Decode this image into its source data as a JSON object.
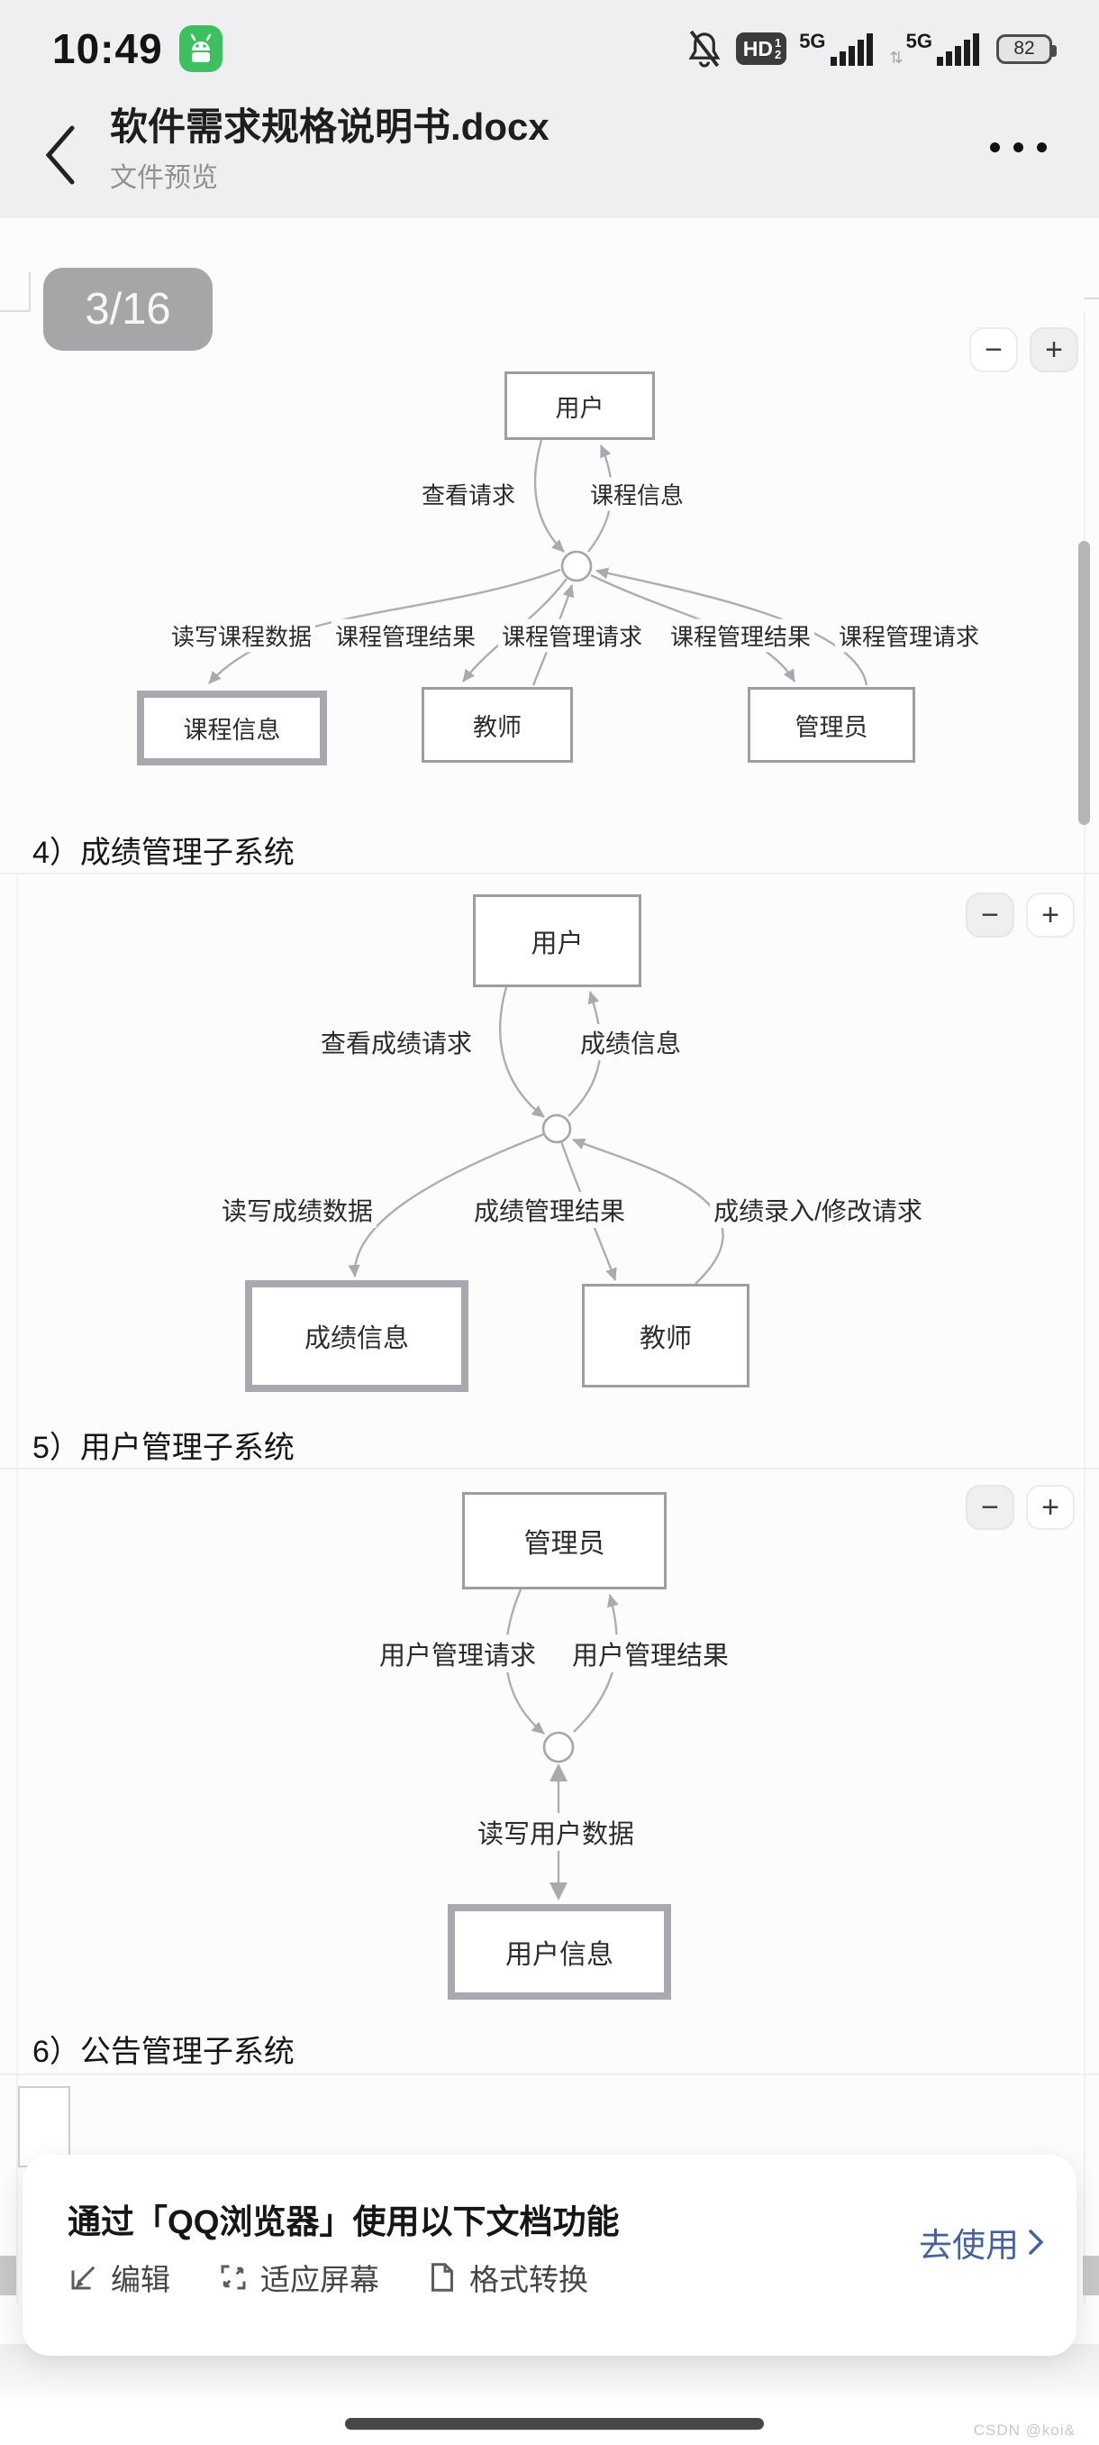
{
  "status_bar": {
    "time": "10:49",
    "hd_label": "HD",
    "hd_frac_top": "1",
    "hd_frac_bottom": "2",
    "net1": "5G",
    "net2": "5G",
    "updown": "⇅",
    "battery_level": "82"
  },
  "header": {
    "title": "软件需求规格说明书.docx",
    "subtitle": "文件预览"
  },
  "viewer": {
    "page_indicator": "3/16",
    "zoom_out": "−",
    "zoom_in": "+"
  },
  "sections": [
    {
      "heading": "4）成绩管理子系统"
    },
    {
      "heading": "5）用户管理子系统"
    },
    {
      "heading": "6）公告管理子系统"
    }
  ],
  "diagrams": [
    {
      "nodes": {
        "user": "用户",
        "store": "课程信息",
        "teacher": "教师",
        "admin": "管理员"
      },
      "edge_labels": [
        "查看请求",
        "课程信息",
        "读写课程数据",
        "课程管理结果",
        "课程管理请求",
        "课程管理结果",
        "课程管理请求"
      ]
    },
    {
      "nodes": {
        "user": "用户",
        "store": "成绩信息",
        "teacher": "教师"
      },
      "edge_labels": [
        "查看成绩请求",
        "成绩信息",
        "读写成绩数据",
        "成绩管理结果",
        "成绩录入/修改请求"
      ]
    },
    {
      "nodes": {
        "admin": "管理员",
        "store": "用户信息"
      },
      "edge_labels": [
        "用户管理请求",
        "用户管理结果",
        "读写用户数据"
      ]
    }
  ],
  "bottom_sheet": {
    "title": "通过「QQ浏览器」使用以下文档功能",
    "action": "去使用",
    "features": [
      {
        "label": "编辑"
      },
      {
        "label": "适应屏幕"
      },
      {
        "label": "格式转换"
      }
    ]
  },
  "watermark": "CSDN @koi&",
  "colors": {
    "accent_blue": "#46629e",
    "chip_bg": "#a6a6a8",
    "diagram_line": "#adadb3"
  }
}
